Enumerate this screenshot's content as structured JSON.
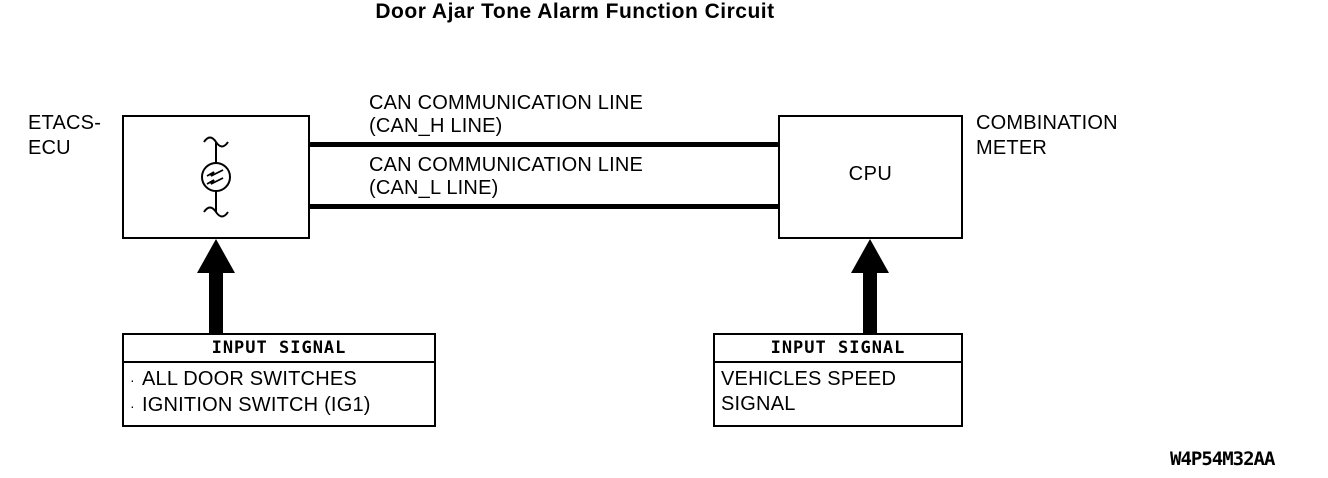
{
  "title": "Door Ajar Tone Alarm Function Circuit",
  "colors": {
    "ink": "#000000",
    "background": "#ffffff"
  },
  "diagram": {
    "etacs": {
      "label": "ETACS-\nECU",
      "symbol": "tone-alarm-icon"
    },
    "combination_meter": {
      "label": "COMBINATION\nMETER",
      "cpu_label": "CPU"
    },
    "can_lines": [
      {
        "label": "CAN COMMUNICATION LINE\n(CAN_H LINE)"
      },
      {
        "label": "CAN COMMUNICATION LINE\n(CAN_L LINE)"
      }
    ],
    "input_left": {
      "header": "INPUT SIGNAL",
      "bullet": "·",
      "items": [
        "ALL DOOR SWITCHES",
        "IGNITION SWITCH (IG1)"
      ]
    },
    "input_right": {
      "header": "INPUT SIGNAL",
      "text": "VEHICLES SPEED\nSIGNAL"
    },
    "figure_code": "W4P54M32AA"
  }
}
